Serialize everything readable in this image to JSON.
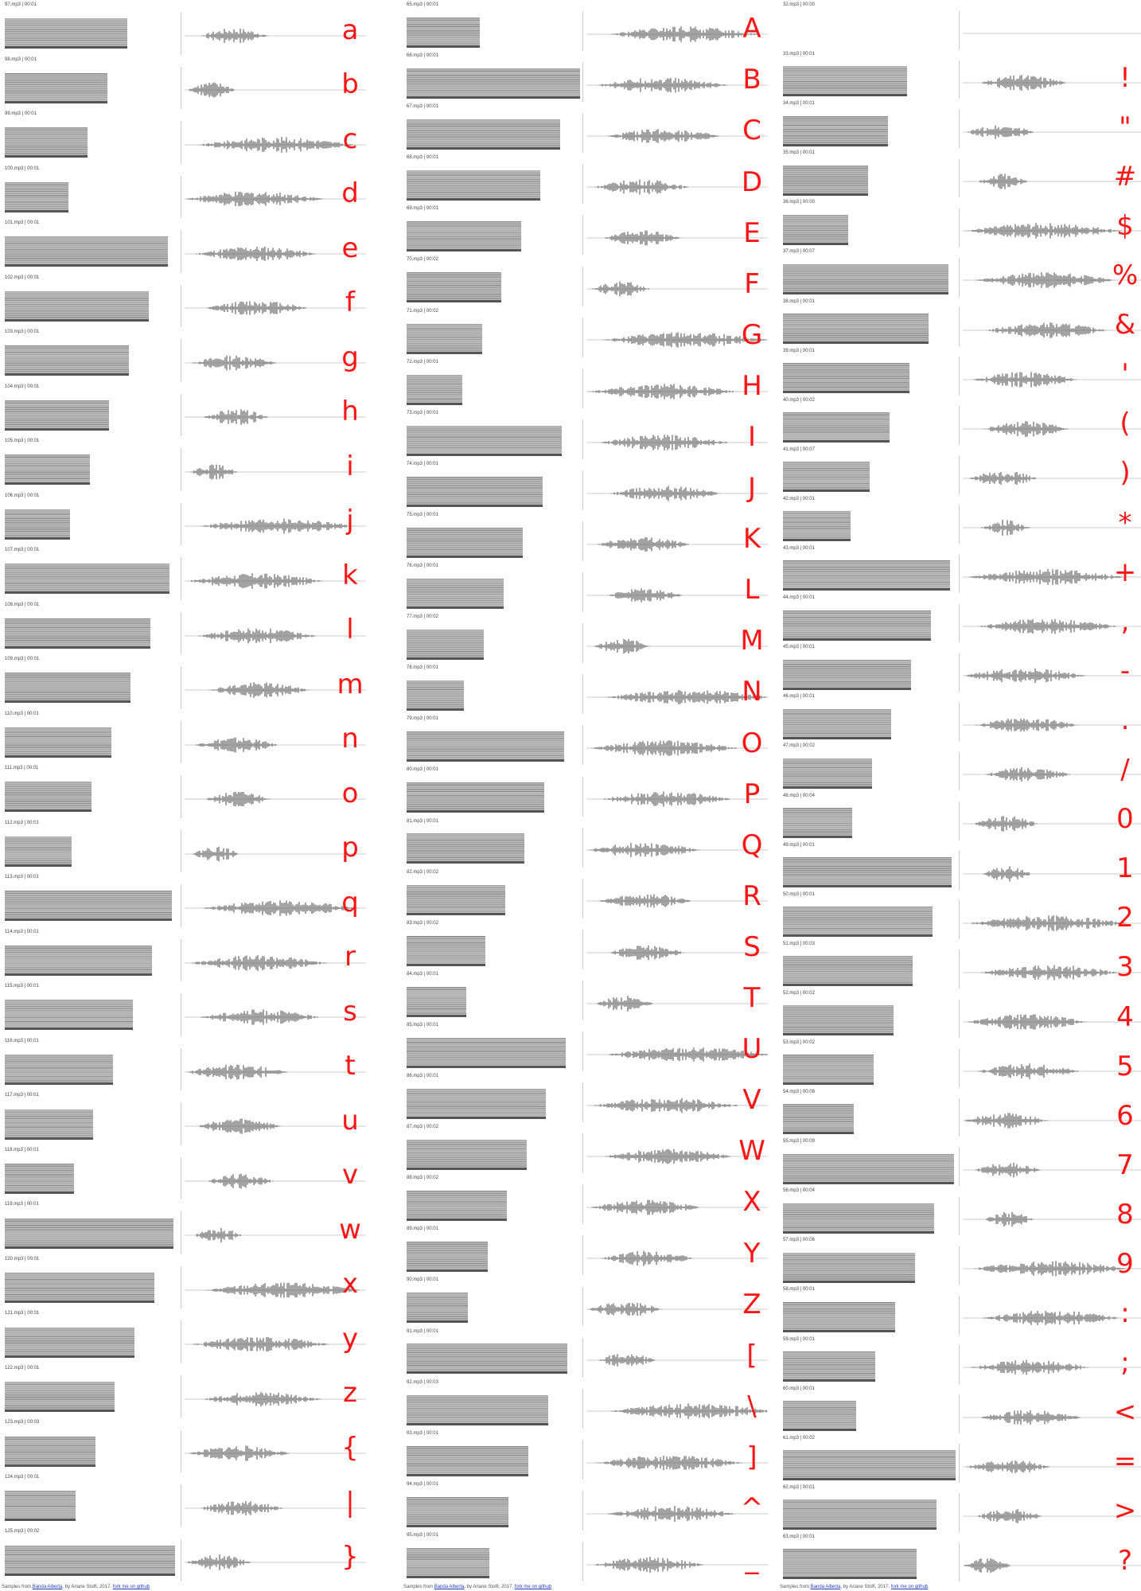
{
  "footer": {
    "prefix": "Samples from ",
    "link": "Banda Alberta",
    "mid": ", by Ariane Stolfi, 2017. ",
    "fork": "fork me on github"
  },
  "colors": {
    "key": "#ff1515",
    "spectrogram": "#555555",
    "waveform": "#666666",
    "divider": "#cccccc"
  },
  "columns": [
    {
      "cells": [
        {
          "file": "97.mp3 | 00:01",
          "key": "a"
        },
        {
          "file": "98.mp3 | 00:01",
          "key": "b"
        },
        {
          "file": "99.mp3 | 00:01",
          "key": "c"
        },
        {
          "file": "100.mp3 | 00:01",
          "key": "d"
        },
        {
          "file": "101.mp3 | 00:01",
          "key": "e"
        },
        {
          "file": "102.mp3 | 00:01",
          "key": "f"
        },
        {
          "file": "103.mp3 | 00:01",
          "key": "g"
        },
        {
          "file": "104.mp3 | 00:01",
          "key": "h"
        },
        {
          "file": "105.mp3 | 00:01",
          "key": "i"
        },
        {
          "file": "106.mp3 | 00:01",
          "key": "j"
        },
        {
          "file": "107.mp3 | 00:01",
          "key": "k"
        },
        {
          "file": "108.mp3 | 00:01",
          "key": "l"
        },
        {
          "file": "109.mp3 | 00:01",
          "key": "m"
        },
        {
          "file": "110.mp3 | 00:01",
          "key": "n"
        },
        {
          "file": "111.mp3 | 00:01",
          "key": "o"
        },
        {
          "file": "112.mp3 | 00:01",
          "key": "p"
        },
        {
          "file": "113.mp3 | 00:01",
          "key": "q"
        },
        {
          "file": "114.mp3 | 00:01",
          "key": "r"
        },
        {
          "file": "115.mp3 | 00:01",
          "key": "s"
        },
        {
          "file": "116.mp3 | 00:01",
          "key": "t"
        },
        {
          "file": "117.mp3 | 00:01",
          "key": "u"
        },
        {
          "file": "118.mp3 | 00:01",
          "key": "v"
        },
        {
          "file": "119.mp3 | 00:01",
          "key": "w"
        },
        {
          "file": "120.mp3 | 00:01",
          "key": "x"
        },
        {
          "file": "121.mp3 | 00:01",
          "key": "y"
        },
        {
          "file": "122.mp3 | 00:01",
          "key": "z"
        },
        {
          "file": "123.mp3 | 00:03",
          "key": "{"
        },
        {
          "file": "124.mp3 | 00:01",
          "key": "|"
        },
        {
          "file": "125.mp3 | 00:02",
          "key": "}"
        }
      ]
    },
    {
      "cells": [
        {
          "file": "65.mp3 | 00:01",
          "key": "A"
        },
        {
          "file": "66.mp3 | 00:01",
          "key": "B"
        },
        {
          "file": "67.mp3 | 00:01",
          "key": "C"
        },
        {
          "file": "68.mp3 | 00:01",
          "key": "D"
        },
        {
          "file": "69.mp3 | 00:01",
          "key": "E"
        },
        {
          "file": "70.mp3 | 00:02",
          "key": "F"
        },
        {
          "file": "71.mp3 | 00:02",
          "key": "G"
        },
        {
          "file": "72.mp3 | 00:01",
          "key": "H"
        },
        {
          "file": "73.mp3 | 00:01",
          "key": "I"
        },
        {
          "file": "74.mp3 | 00:01",
          "key": "J"
        },
        {
          "file": "75.mp3 | 00:01",
          "key": "K"
        },
        {
          "file": "76.mp3 | 00:01",
          "key": "L"
        },
        {
          "file": "77.mp3 | 00:02",
          "key": "M"
        },
        {
          "file": "78.mp3 | 00:01",
          "key": "N"
        },
        {
          "file": "79.mp3 | 00:01",
          "key": "O"
        },
        {
          "file": "80.mp3 | 00:01",
          "key": "P"
        },
        {
          "file": "81.mp3 | 00:01",
          "key": "Q"
        },
        {
          "file": "82.mp3 | 00:02",
          "key": "R"
        },
        {
          "file": "83.mp3 | 00:02",
          "key": "S"
        },
        {
          "file": "84.mp3 | 00:01",
          "key": "T"
        },
        {
          "file": "85.mp3 | 00:01",
          "key": "U"
        },
        {
          "file": "86.mp3 | 00:01",
          "key": "V"
        },
        {
          "file": "87.mp3 | 00:02",
          "key": "W"
        },
        {
          "file": "88.mp3 | 00:02",
          "key": "X"
        },
        {
          "file": "89.mp3 | 00:01",
          "key": "Y"
        },
        {
          "file": "90.mp3 | 00:01",
          "key": "Z"
        },
        {
          "file": "91.mp3 | 00:01",
          "key": "["
        },
        {
          "file": "92.mp3 | 00:03",
          "key": "\\"
        },
        {
          "file": "93.mp3 | 00:01",
          "key": "]"
        },
        {
          "file": "94.mp3 | 00:01",
          "key": "^"
        },
        {
          "file": "95.mp3 | 00:01",
          "key": "_"
        }
      ]
    },
    {
      "cells": [
        {
          "file": "32.mp3 | 00:00",
          "key": ""
        },
        {
          "file": "33.mp3 | 00:01",
          "key": "!"
        },
        {
          "file": "34.mp3 | 00:01",
          "key": "\""
        },
        {
          "file": "35.mp3 | 00:01",
          "key": "#"
        },
        {
          "file": "36.mp3 | 00:00",
          "key": "$"
        },
        {
          "file": "37.mp3 | 00:07",
          "key": "%"
        },
        {
          "file": "38.mp3 | 00:01",
          "key": "&"
        },
        {
          "file": "39.mp3 | 00:01",
          "key": "'"
        },
        {
          "file": "40.mp3 | 00:02",
          "key": "("
        },
        {
          "file": "41.mp3 | 00:07",
          "key": ")"
        },
        {
          "file": "42.mp3 | 00:01",
          "key": "*"
        },
        {
          "file": "43.mp3 | 00:01",
          "key": "+"
        },
        {
          "file": "44.mp3 | 00:01",
          "key": ","
        },
        {
          "file": "45.mp3 | 00:01",
          "key": "-"
        },
        {
          "file": "46.mp3 | 00:01",
          "key": "."
        },
        {
          "file": "47.mp3 | 00:02",
          "key": "/"
        },
        {
          "file": "48.mp3 | 00:04",
          "key": "0"
        },
        {
          "file": "49.mp3 | 00:01",
          "key": "1"
        },
        {
          "file": "50.mp3 | 00:01",
          "key": "2"
        },
        {
          "file": "51.mp3 | 00:03",
          "key": "3"
        },
        {
          "file": "52.mp3 | 00:02",
          "key": "4"
        },
        {
          "file": "53.mp3 | 00:02",
          "key": "5"
        },
        {
          "file": "54.mp3 | 00:08",
          "key": "6"
        },
        {
          "file": "55.mp3 | 00:09",
          "key": "7"
        },
        {
          "file": "56.mp3 | 00:04",
          "key": "8"
        },
        {
          "file": "57.mp3 | 00:06",
          "key": "9"
        },
        {
          "file": "58.mp3 | 00:01",
          "key": ":"
        },
        {
          "file": "59.mp3 | 00:01",
          "key": ";"
        },
        {
          "file": "60.mp3 | 00:01",
          "key": "<"
        },
        {
          "file": "61.mp3 | 00:02",
          "key": "="
        },
        {
          "file": "62.mp3 | 00:01",
          "key": ">"
        },
        {
          "file": "63.mp3 | 00:01",
          "key": "?"
        }
      ]
    }
  ]
}
